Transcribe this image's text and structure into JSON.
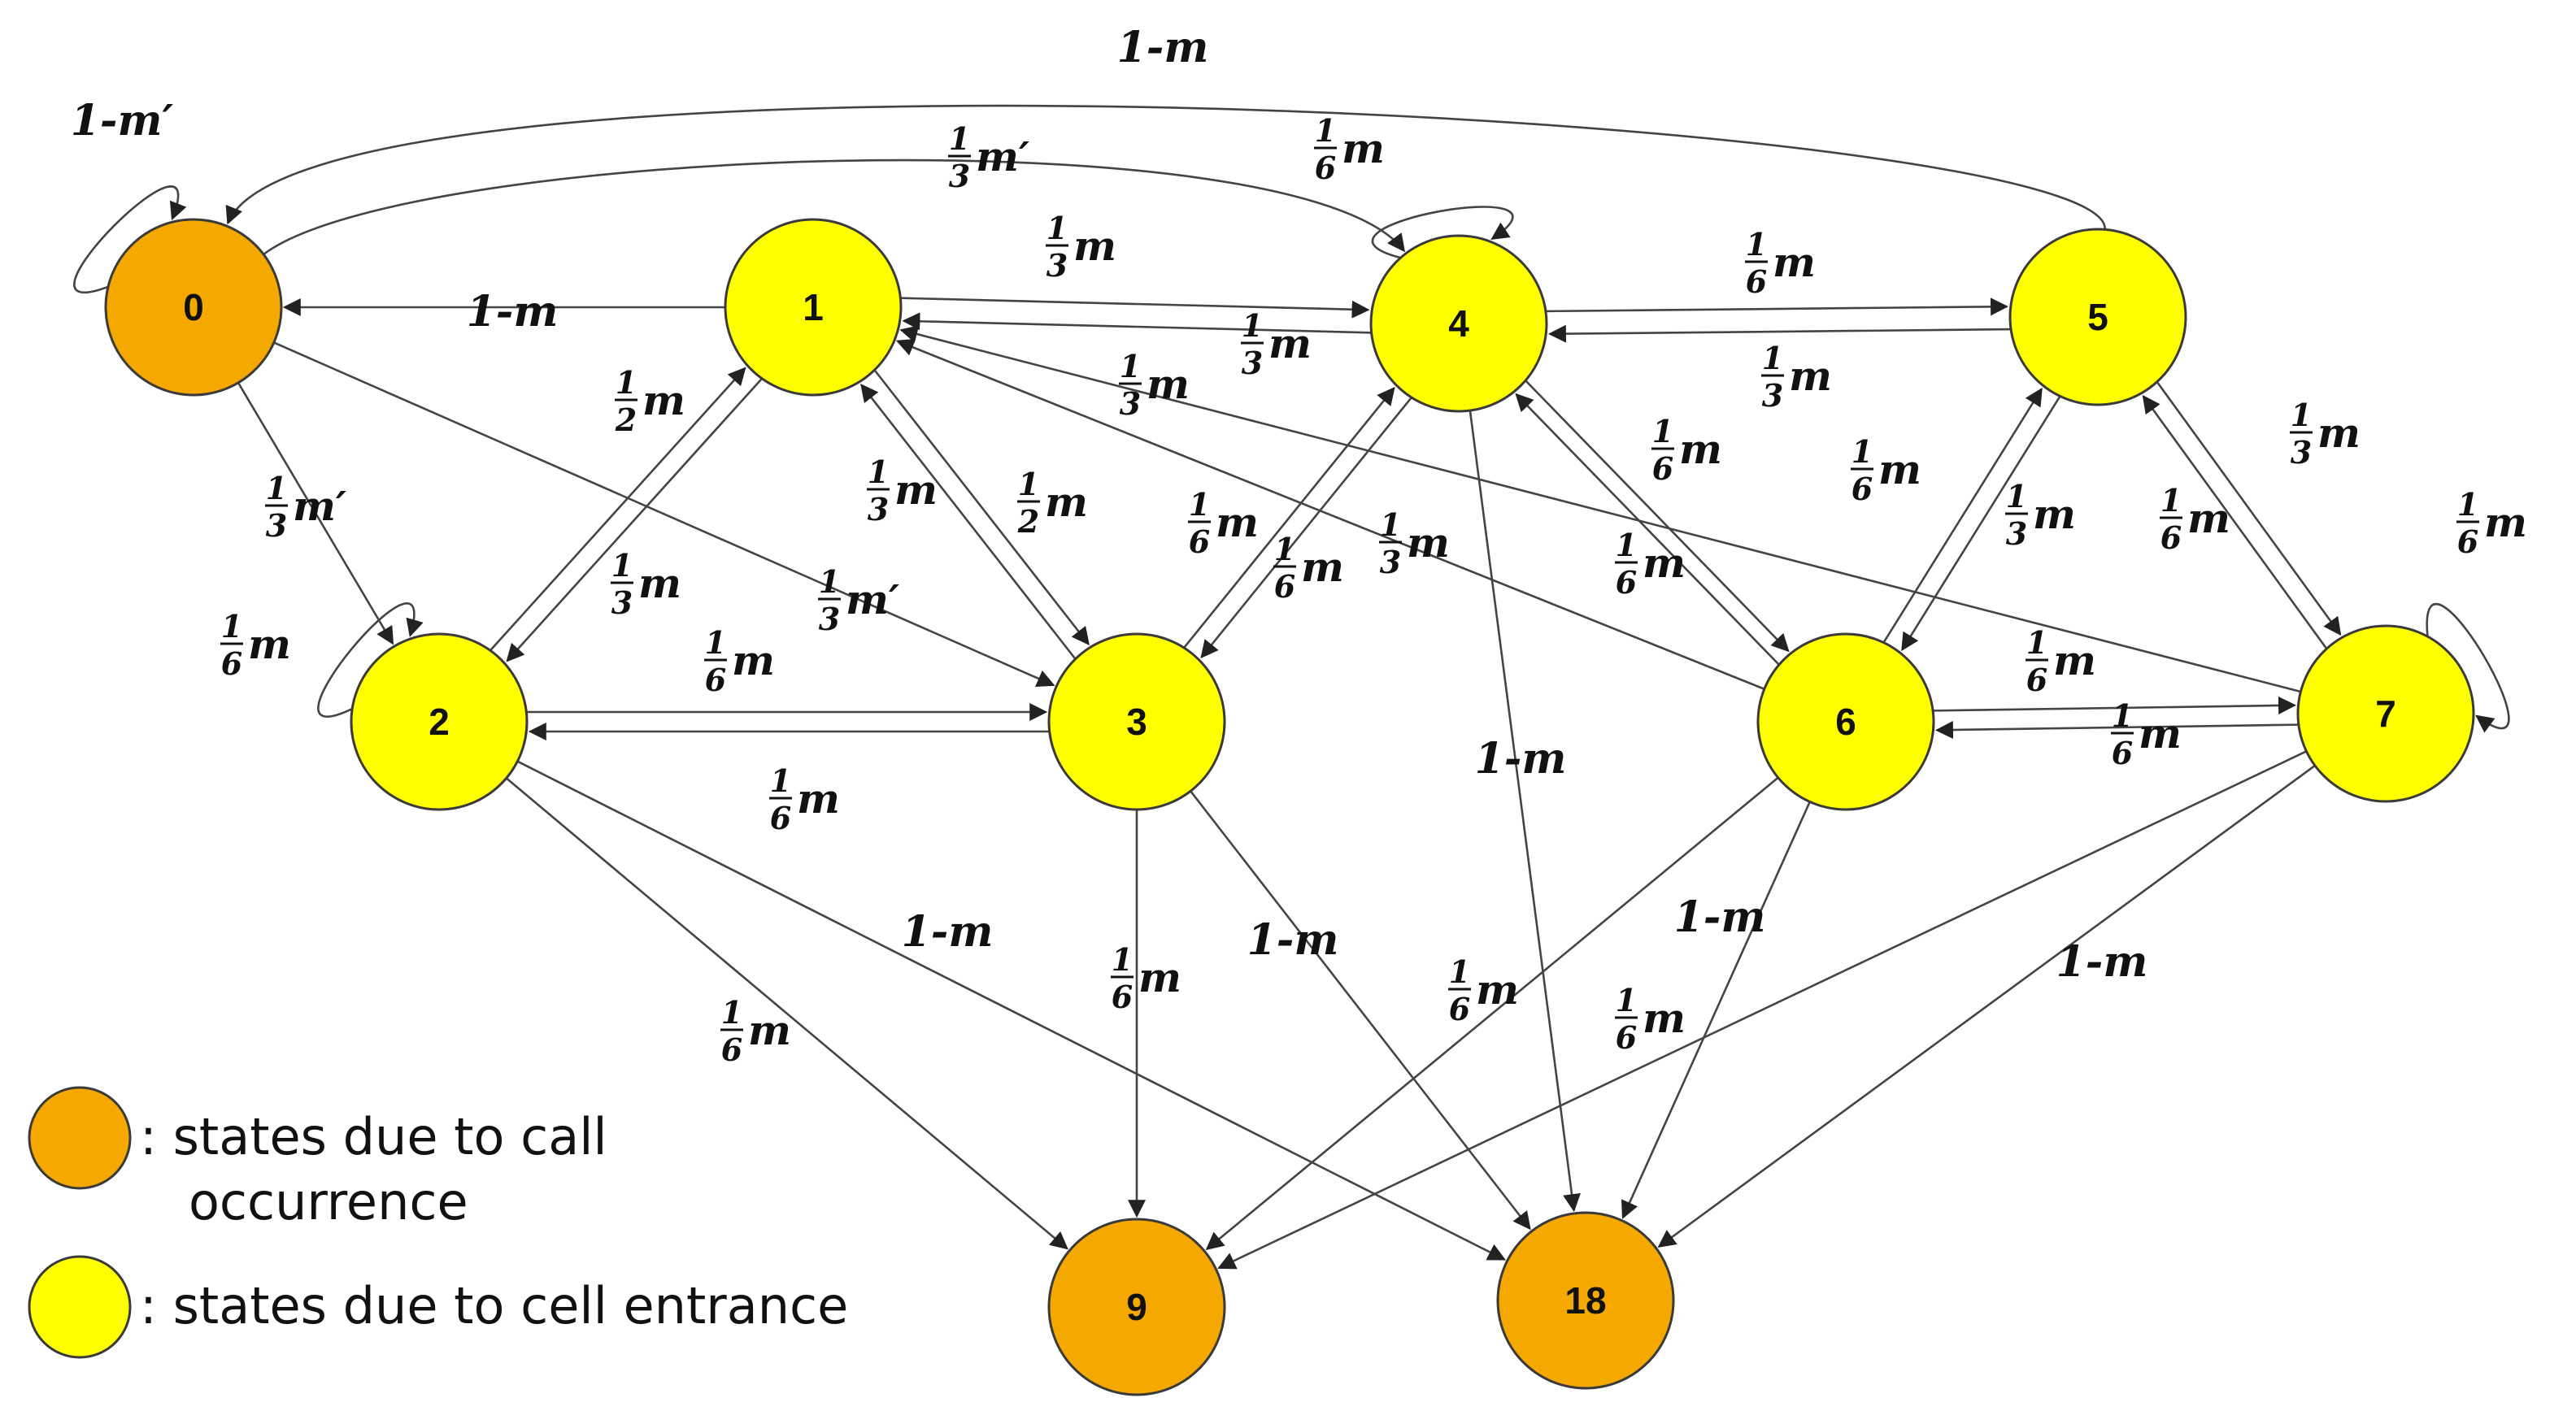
{
  "legend": {
    "call_occurrence_line1": ": states due to call",
    "call_occurrence_line2": "occurrence",
    "cell_entrance": ": states due to cell entrance",
    "call_color": "#F5A800",
    "cell_color": "#FFFF00"
  },
  "nodes": [
    {
      "id": "0",
      "label": "0",
      "kind": "call"
    },
    {
      "id": "1",
      "label": "1",
      "kind": "cell"
    },
    {
      "id": "2",
      "label": "2",
      "kind": "cell"
    },
    {
      "id": "3",
      "label": "3",
      "kind": "cell"
    },
    {
      "id": "4",
      "label": "4",
      "kind": "cell"
    },
    {
      "id": "5",
      "label": "5",
      "kind": "cell"
    },
    {
      "id": "6",
      "label": "6",
      "kind": "cell"
    },
    {
      "id": "7",
      "label": "7",
      "kind": "cell"
    },
    {
      "id": "9",
      "label": "9",
      "kind": "call"
    },
    {
      "id": "18",
      "label": "18",
      "kind": "call"
    }
  ],
  "edges": [
    {
      "from": "0",
      "to": "0",
      "label": "1-m′"
    },
    {
      "from": "5",
      "to": "0",
      "label": "1-m"
    },
    {
      "from": "0",
      "to": "4",
      "label": "1/3 m′"
    },
    {
      "from": "1",
      "to": "0",
      "label": "1-m"
    },
    {
      "from": "0",
      "to": "2",
      "label": "1/3 m′"
    },
    {
      "from": "0",
      "to": "3",
      "label": "1/3 m′"
    },
    {
      "from": "1",
      "to": "4",
      "label": "1/3 m"
    },
    {
      "from": "4",
      "to": "1",
      "label": "1/3 m"
    },
    {
      "from": "7",
      "to": "1",
      "label": "1/3 m"
    },
    {
      "from": "6",
      "to": "1",
      "label": "1/3 m"
    },
    {
      "from": "2",
      "to": "1",
      "label": "1/2 m"
    },
    {
      "from": "1",
      "to": "2",
      "label": "1/3 m"
    },
    {
      "from": "1",
      "to": "3",
      "label": "1/3 m"
    },
    {
      "from": "3",
      "to": "1",
      "label": "1/2 m"
    },
    {
      "from": "2",
      "to": "2",
      "label": "1/6 m"
    },
    {
      "from": "3",
      "to": "2",
      "label": "1/6 m"
    },
    {
      "from": "2",
      "to": "3",
      "label": "1/6 m"
    },
    {
      "from": "2",
      "to": "9",
      "label": "1/6 m"
    },
    {
      "from": "2",
      "to": "18",
      "label": "1-m"
    },
    {
      "from": "4",
      "to": "4",
      "label": "1/6 m"
    },
    {
      "from": "4",
      "to": "5",
      "label": "1/6 m"
    },
    {
      "from": "5",
      "to": "4",
      "label": "1/3 m"
    },
    {
      "from": "4",
      "to": "3",
      "label": "1/6 m"
    },
    {
      "from": "3",
      "to": "4",
      "label": "1/6 m"
    },
    {
      "from": "4",
      "to": "6",
      "label": "1/6 m"
    },
    {
      "from": "6",
      "to": "4",
      "label": "1/6 m"
    },
    {
      "from": "4",
      "to": "18",
      "label": "1-m"
    },
    {
      "from": "3",
      "to": "9",
      "label": "1/6 m"
    },
    {
      "from": "3",
      "to": "18",
      "label": "1-m"
    },
    {
      "from": "5",
      "to": "6",
      "label": "1/3 m"
    },
    {
      "from": "6",
      "to": "5",
      "label": "1/6 m"
    },
    {
      "from": "5",
      "to": "7",
      "label": "1/3 m"
    },
    {
      "from": "7",
      "to": "5",
      "label": "1/6 m"
    },
    {
      "from": "7",
      "to": "7",
      "label": "1/6 m"
    },
    {
      "from": "7",
      "to": "6",
      "label": "1/6 m"
    },
    {
      "from": "6",
      "to": "7",
      "label": "1/6 m"
    },
    {
      "from": "6",
      "to": "9",
      "label": "1/6 m"
    },
    {
      "from": "6",
      "to": "18",
      "label": "1-m"
    },
    {
      "from": "7",
      "to": "9",
      "label": "1/6 m"
    },
    {
      "from": "7",
      "to": "18",
      "label": "1-m"
    }
  ]
}
